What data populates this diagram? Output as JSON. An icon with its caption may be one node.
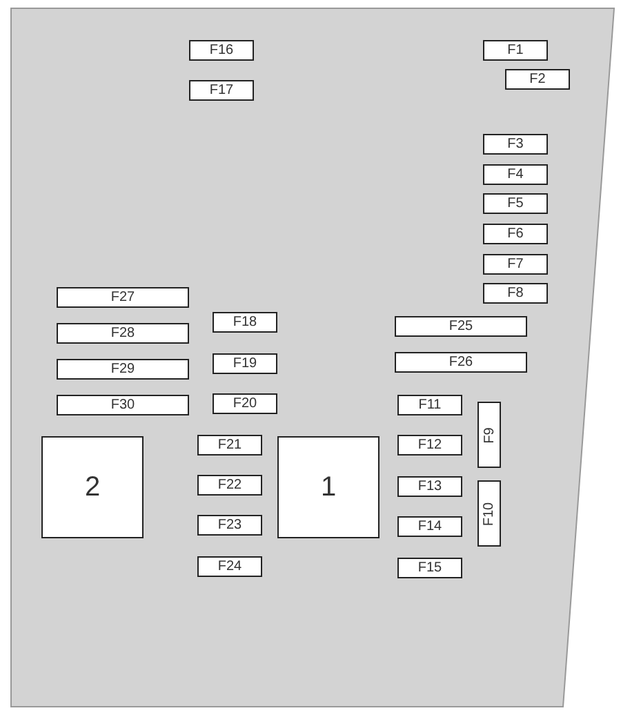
{
  "diagram": {
    "nodes": [
      {
        "text": [
          "F16"
        ]
      },
      {
        "text": [
          "F1"
        ]
      },
      {
        "text": [
          "F2"
        ]
      },
      {
        "text": [
          "F17"
        ]
      },
      {
        "text": [
          "F3"
        ]
      },
      {
        "text": [
          "F4"
        ]
      },
      {
        "text": [
          "F5"
        ]
      },
      {
        "text": [
          "F6"
        ]
      },
      {
        "text": [
          "F7"
        ]
      },
      {
        "text": [
          "F8"
        ]
      },
      {
        "text": [
          "F27"
        ]
      },
      {
        "text": [
          "F18"
        ]
      },
      {
        "text": [
          "F25"
        ]
      },
      {
        "text": [
          "F28"
        ]
      },
      {
        "text": [
          "F19"
        ]
      },
      {
        "text": [
          "F26"
        ]
      },
      {
        "text": [
          "F29"
        ]
      },
      {
        "text": [
          "F30"
        ]
      },
      {
        "text": [
          "F20"
        ]
      },
      {
        "text": [
          "F11"
        ]
      },
      {
        "text": [
          "F9"
        ]
      },
      {
        "text": [
          "F21"
        ]
      },
      {
        "text": [
          "2"
        ]
      },
      {
        "text": [
          "1"
        ]
      },
      {
        "text": [
          "F12"
        ]
      },
      {
        "text": [
          "F22"
        ]
      },
      {
        "text": [
          "F13"
        ]
      },
      {
        "text": [
          "F10"
        ]
      },
      {
        "text": [
          "F14"
        ]
      },
      {
        "text": [
          "F23"
        ]
      },
      {
        "text": [
          "F24"
        ]
      },
      {
        "text": [
          "F15"
        ]
      }
    ]
  }
}
